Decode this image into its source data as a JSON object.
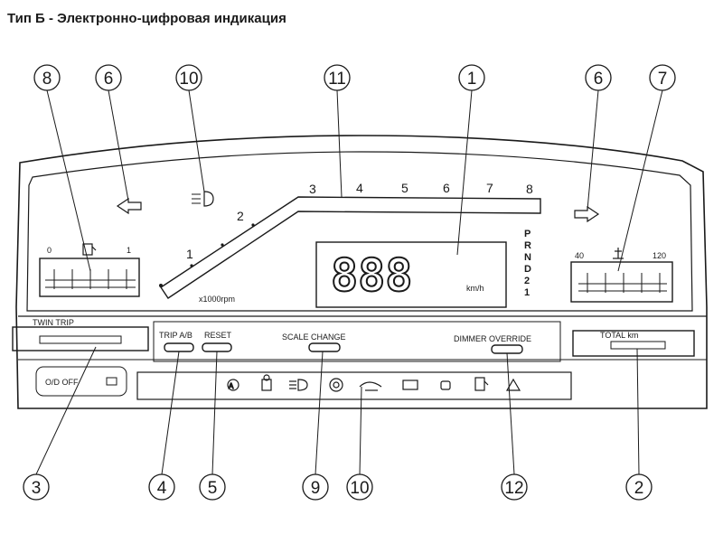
{
  "title": "Тип Б - Электронно-цифровая индикация",
  "callouts": {
    "c1": "1",
    "c2": "2",
    "c3": "3",
    "c4": "4",
    "c5": "5",
    "c6": "6",
    "c7": "7",
    "c8": "8",
    "c9": "9",
    "c10": "10",
    "c11": "11",
    "c12": "12"
  },
  "tachometer": {
    "ticks": [
      "1",
      "2",
      "3",
      "4",
      "5",
      "6",
      "7",
      "8"
    ],
    "unit": "x1000rpm"
  },
  "speedometer": {
    "digits": "888",
    "unit": "km/h"
  },
  "gear_indicator": [
    "P",
    "R",
    "N",
    "D",
    "2",
    "1"
  ],
  "fuel_gauge": {
    "min": "0",
    "max": "1"
  },
  "temp_gauge": {
    "min": "40",
    "max": "120"
  },
  "buttons": {
    "twin_trip": "TWIN TRIP",
    "trip_ab": "TRIP A/B",
    "reset": "RESET",
    "scale_change": "SCALE CHANGE",
    "dimmer_override": "DIMMER OVERRIDE",
    "total_km": "TOTAL km"
  },
  "od_off": "O/D OFF",
  "warning_icons": [
    "abs-icon",
    "oil-pressure-icon",
    "high-beam-icon",
    "brake-icon",
    "washer-fluid-icon",
    "battery-icon",
    "seatbelt-icon",
    "fuel-icon",
    "hazard-warning-icon"
  ],
  "colors": {
    "ink": "#1a1a1a",
    "background": "#ffffff"
  }
}
